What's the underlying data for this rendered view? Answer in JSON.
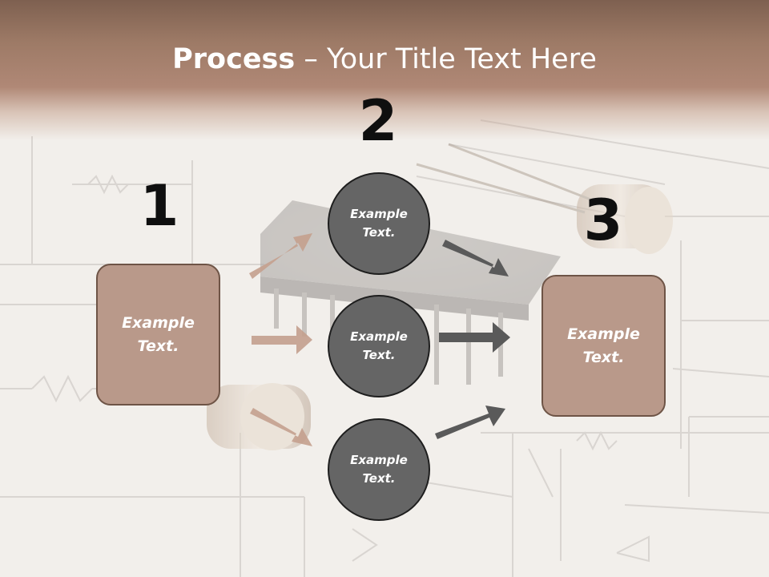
{
  "slide": {
    "title_bold": "Process",
    "title_rest": " – Your Title Text Here",
    "colors": {
      "header": "#a98470",
      "box_fill": "#b9998a",
      "circle_fill": "#656565",
      "arrow_left": "#c4a08e",
      "arrow_right": "#5a5a5a"
    }
  },
  "steps": {
    "one": "1",
    "two": "2",
    "three": "3"
  },
  "left_box": {
    "line1": "Example",
    "line2": "Text."
  },
  "right_box": {
    "line1": "Example",
    "line2": "Text."
  },
  "circles": [
    {
      "line1": "Example",
      "line2": "Text."
    },
    {
      "line1": "Example",
      "line2": "Text."
    },
    {
      "line1": "Example",
      "line2": "Text."
    }
  ]
}
